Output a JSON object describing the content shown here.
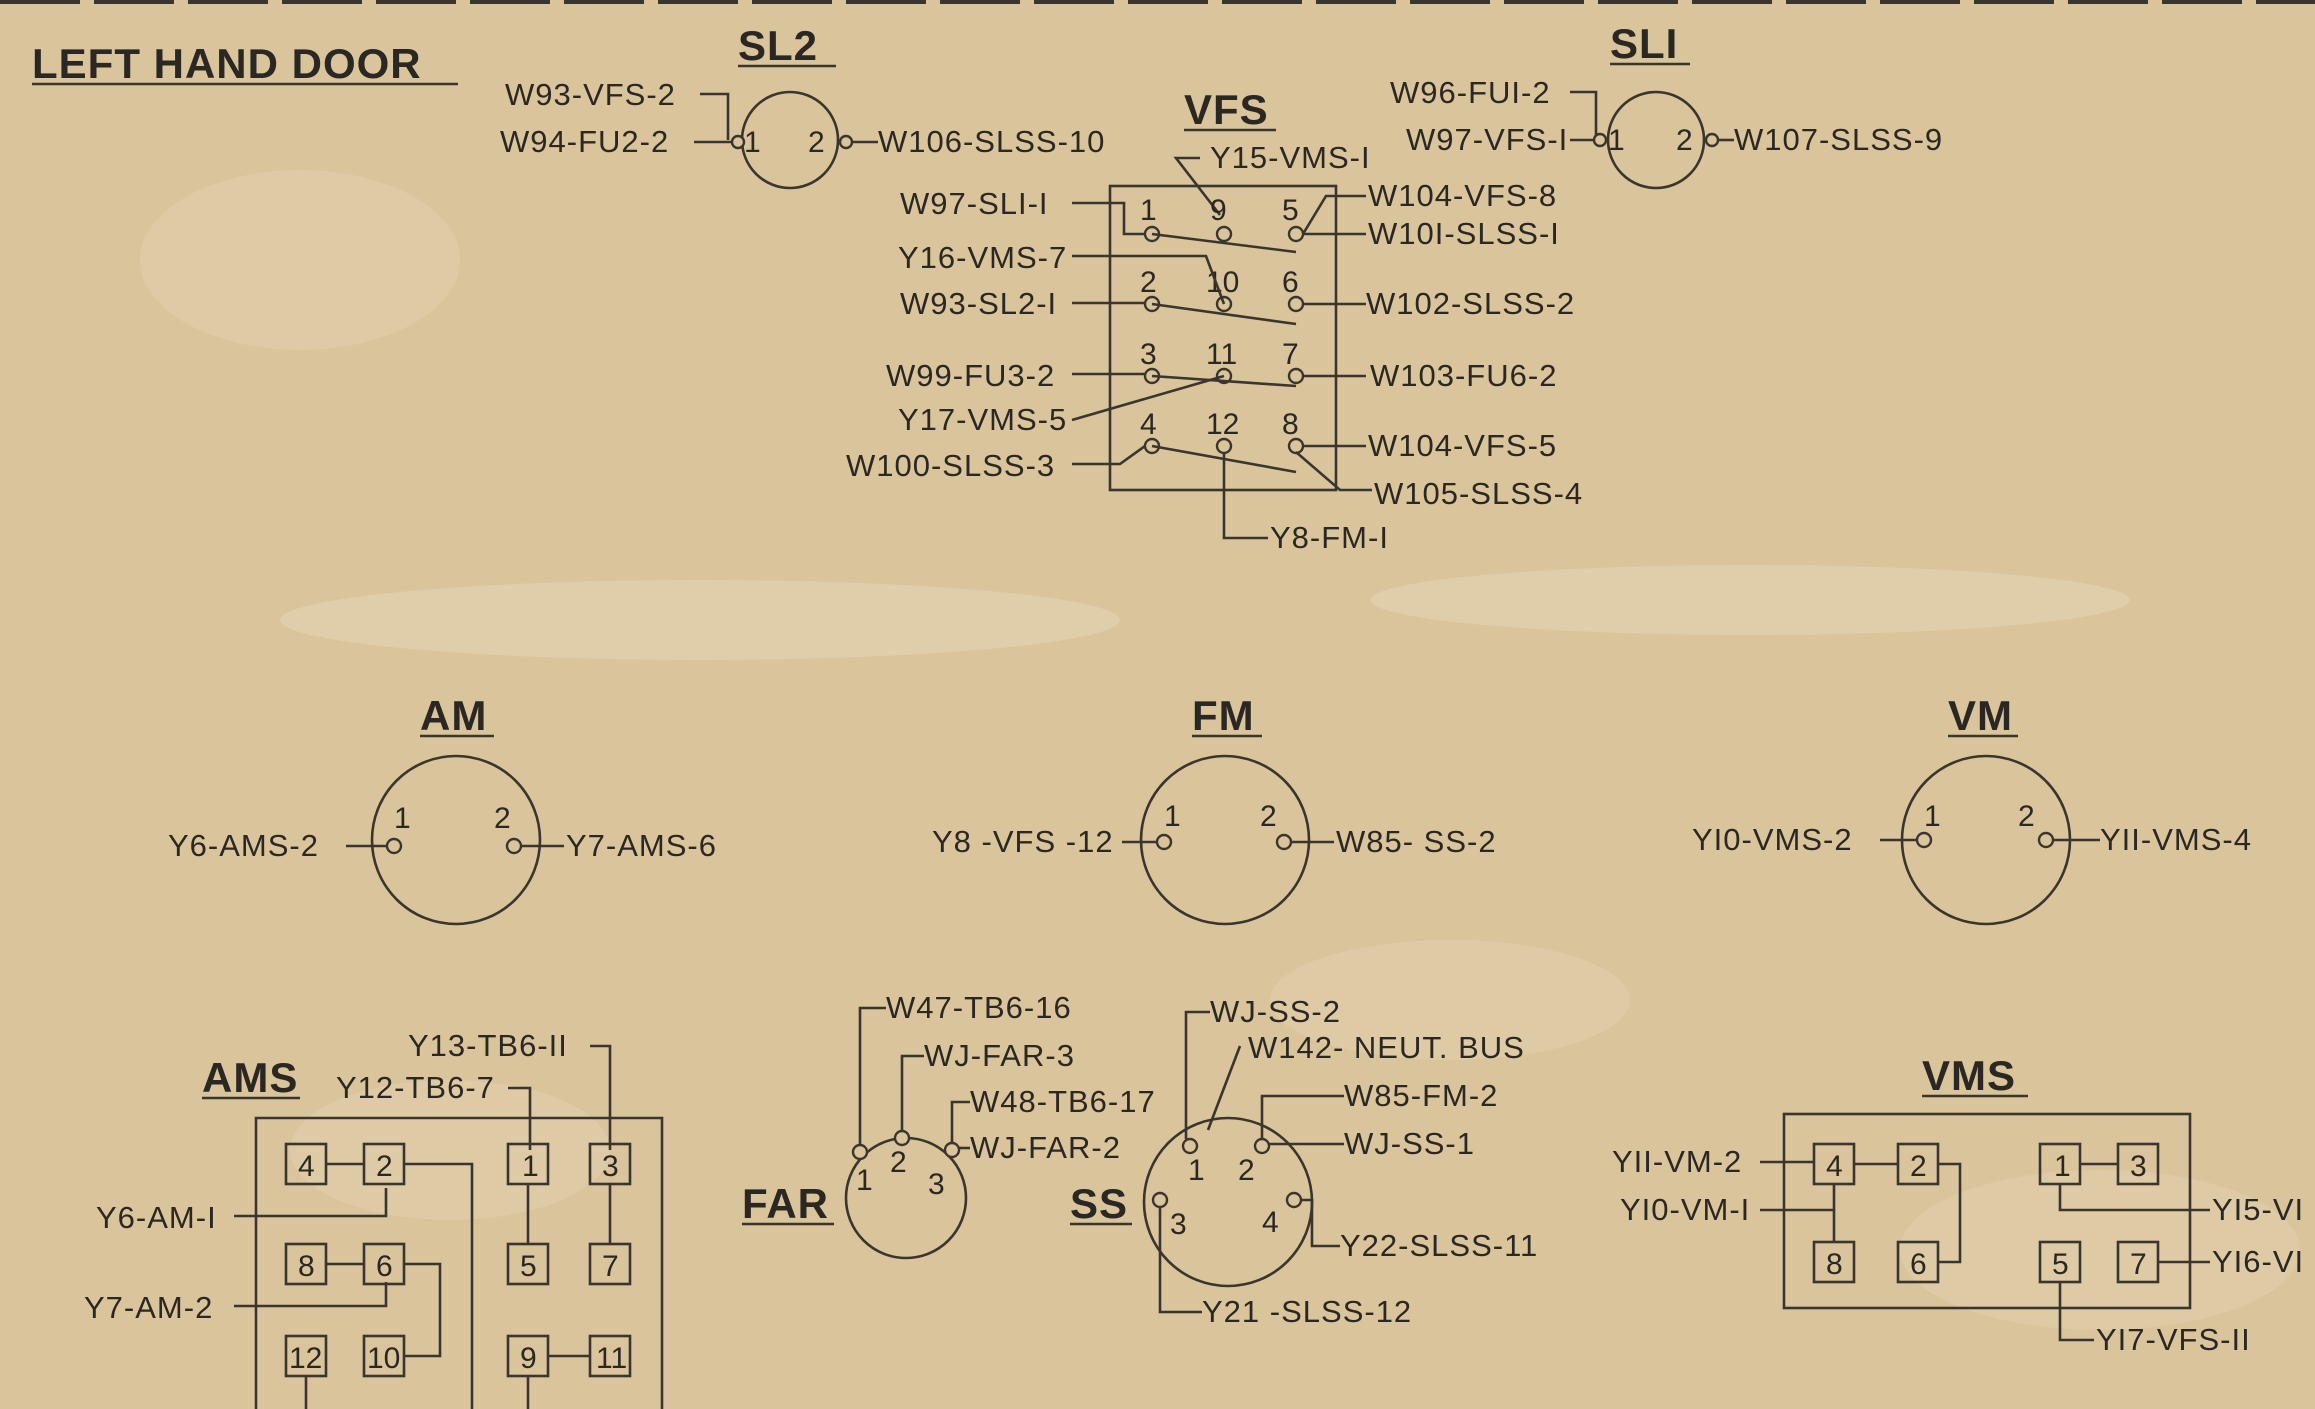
{
  "page_title": "LEFT HAND DOOR",
  "sl2": {
    "title": "SL2",
    "in1": "W93-VFS-2",
    "in2": "W94-FU2-2",
    "out": "W106-SLSS-10",
    "pin1": "1",
    "pin2": "2"
  },
  "sl1": {
    "title": "SLI",
    "in1": "W96-FUI-2",
    "in2": "W97-VFS-I",
    "out": "W107-SLSS-9",
    "pin1": "1",
    "pin2": "2"
  },
  "vfs": {
    "title": "VFS",
    "pins": [
      "1",
      "9",
      "5",
      "2",
      "10",
      "6",
      "3",
      "11",
      "7",
      "4",
      "12",
      "8"
    ],
    "left": [
      "W97-SLI-I",
      "Y16-VMS-7",
      "W93-SL2-I",
      "W99-FU3-2",
      "Y17-VMS-5",
      "W100-SLSS-3"
    ],
    "right": [
      "W104-VFS-8",
      "W10I-SLSS-I",
      "W102-SLSS-2",
      "W103-FU6-2",
      "W104-VFS-5",
      "W105-SLSS-4"
    ],
    "top": "Y15-VMS-I",
    "bottom": "Y8-FM-I"
  },
  "am": {
    "title": "AM",
    "left": "Y6-AMS-2",
    "right": "Y7-AMS-6",
    "pin1": "1",
    "pin2": "2"
  },
  "fm": {
    "title": "FM",
    "left": "Y8 -VFS -12",
    "right": "W85- SS-2",
    "pin1": "1",
    "pin2": "2"
  },
  "vm": {
    "title": "VM",
    "left": "YI0-VMS-2",
    "right": "YII-VMS-4",
    "pin1": "1",
    "pin2": "2"
  },
  "ams": {
    "title": "AMS",
    "top1": "Y13-TB6-II",
    "top2": "Y12-TB6-7",
    "left1": "Y6-AM-I",
    "left2": "Y7-AM-2",
    "boxes": [
      "4",
      "2",
      "1",
      "3",
      "8",
      "6",
      "5",
      "7",
      "12",
      "10",
      "9",
      "11"
    ]
  },
  "far": {
    "title": "FAR",
    "l1": "W47-TB6-16",
    "l2": "WJ-FAR-3",
    "l3": "W48-TB6-17",
    "l4": "WJ-FAR-2",
    "pins": [
      "1",
      "2",
      "3"
    ]
  },
  "ss": {
    "title": "SS",
    "l1": "WJ-SS-2",
    "l2": "W142- NEUT. BUS",
    "l3": "W85-FM-2",
    "l4": "WJ-SS-1",
    "l5": "Y22-SLSS-11",
    "l6": "Y21 -SLSS-12",
    "pins": [
      "1",
      "2",
      "3",
      "4"
    ]
  },
  "vms": {
    "title": "VMS",
    "left1": "YII-VM-2",
    "left2": "YI0-VM-I",
    "right1": "YI5-VI",
    "right2": "YI6-VI",
    "bottom": "YI7-VFS-II",
    "boxes": [
      "4",
      "2",
      "1",
      "3",
      "8",
      "6",
      "5",
      "7"
    ]
  }
}
